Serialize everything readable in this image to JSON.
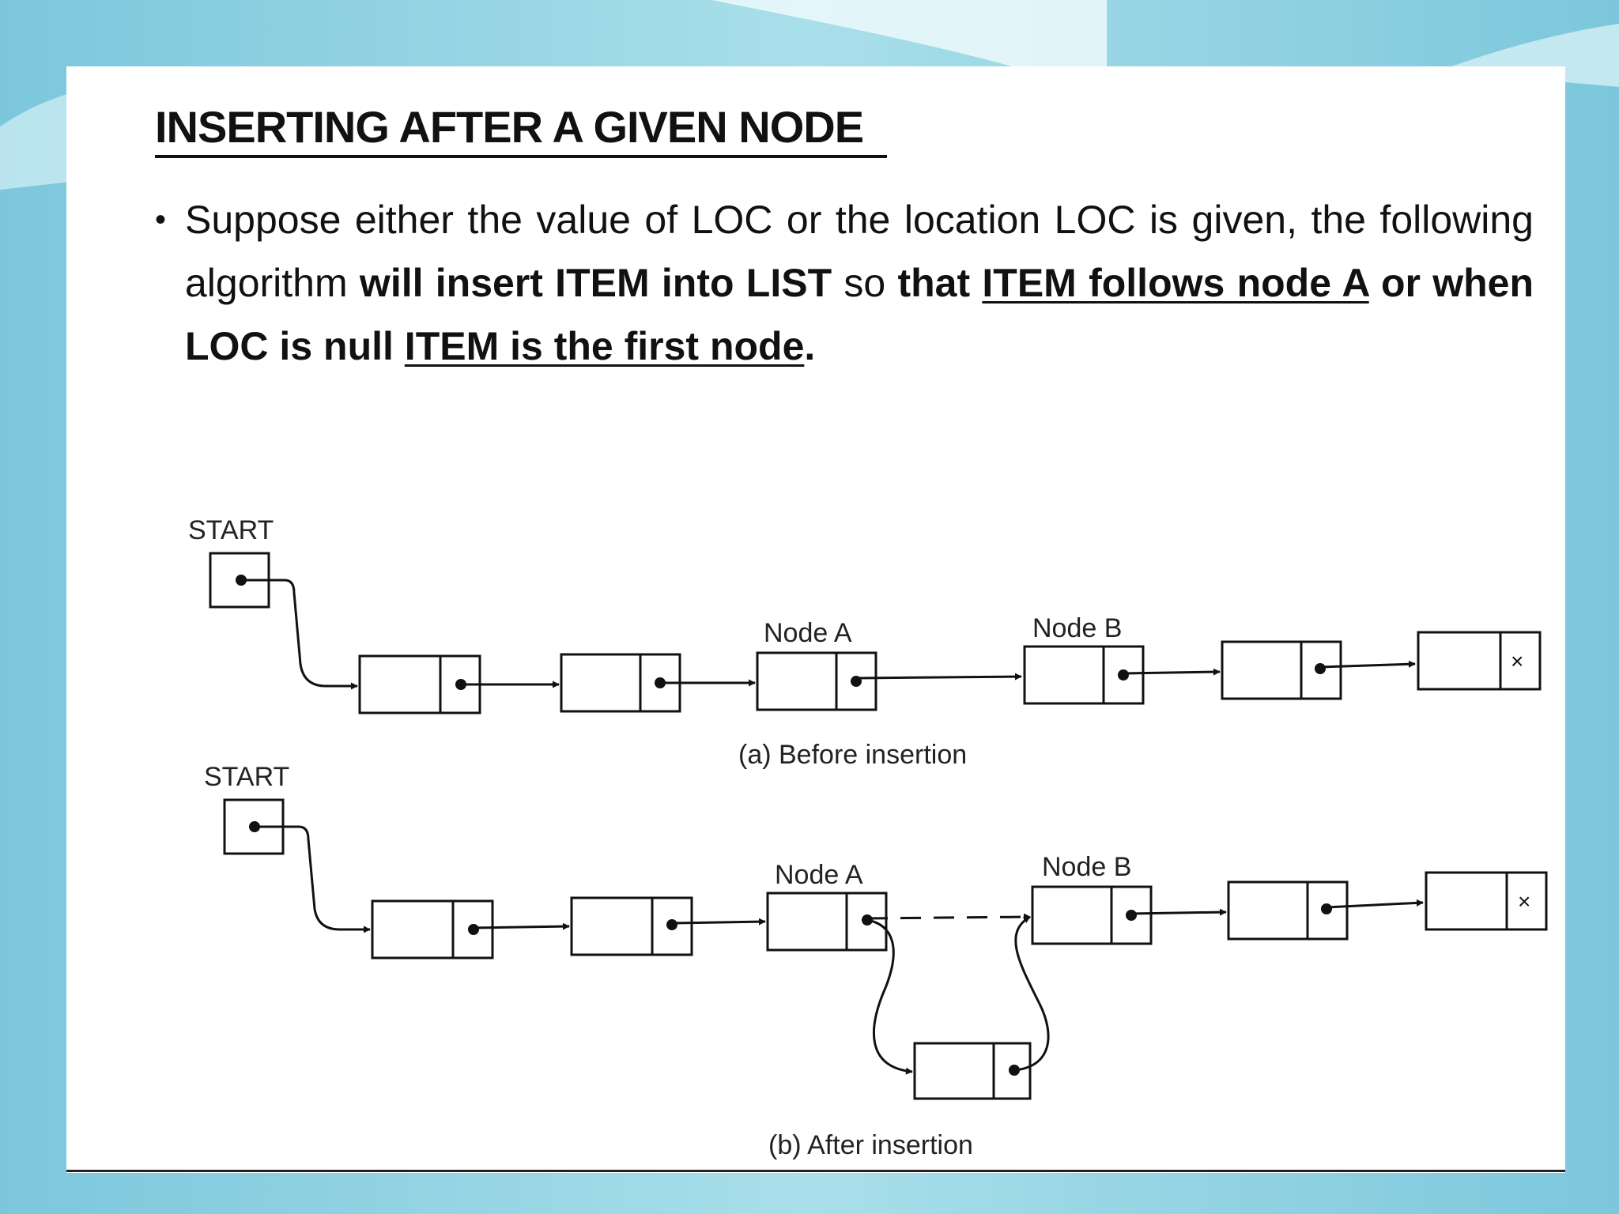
{
  "slide": {
    "title": "INSERTING AFTER A GIVEN NODE",
    "bullet": {
      "t1": "Suppose either the value of LOC or the location LOC is given, the following algorithm ",
      "t2": "will insert ITEM into LIST",
      "t3": " so ",
      "t4": "that ",
      "t5": "ITEM follows node A",
      "t6": " or when LOC is null ",
      "t7": "ITEM is the first node",
      "t8": "."
    }
  },
  "diagram": {
    "before": {
      "start_label": "START",
      "node_a_label": "Node A",
      "node_b_label": "Node B",
      "null_mark": "×",
      "caption": "(a) Before insertion"
    },
    "after": {
      "start_label": "START",
      "node_a_label": "Node A",
      "node_b_label": "Node B",
      "null_mark": "×",
      "caption": "(b) After insertion"
    }
  },
  "colors": {
    "background_blue": "#8fd3e3",
    "background_blue_light": "#c8edf3",
    "ink": "#111111"
  }
}
